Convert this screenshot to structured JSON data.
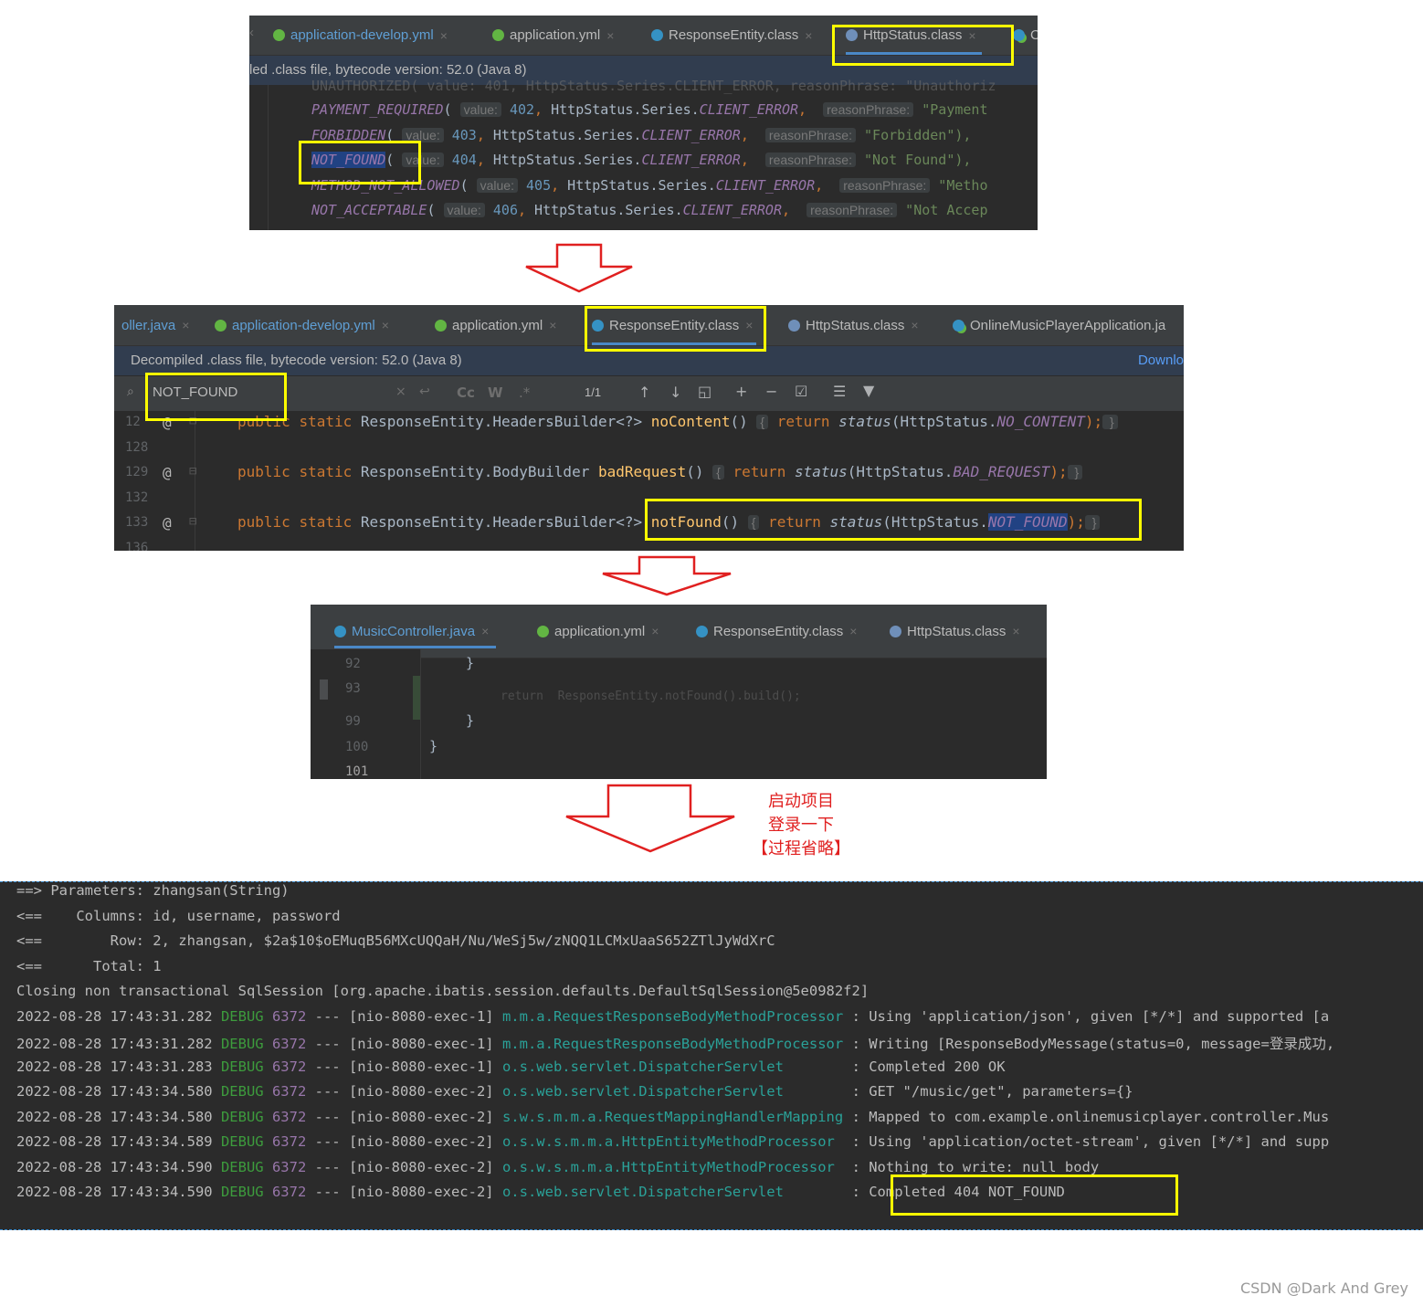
{
  "panel1": {
    "tabs": [
      {
        "label": "application-develop.yml",
        "icon": "spring-config-icon"
      },
      {
        "label": "application.yml",
        "icon": "spring-config-icon"
      },
      {
        "label": "ResponseEntity.class",
        "icon": "class-icon"
      },
      {
        "label": "HttpStatus.class",
        "icon": "enum-icon"
      }
    ],
    "overflow_tab": "C",
    "banner": "led .class file, bytecode version: 52.0 (Java 8)",
    "code": [
      {
        "name": "PAYMENT_REQUIRED",
        "value": "402",
        "series": "CLIENT_ERROR",
        "phrase": "\"Payment"
      },
      {
        "name": "FORBIDDEN",
        "value": "403",
        "series": "CLIENT_ERROR",
        "phrase": "\"Forbidden\"),"
      },
      {
        "name": "NOT_FOUND",
        "value": "404",
        "series": "CLIENT_ERROR",
        "phrase": "\"Not Found\"),"
      },
      {
        "name": "METHOD_NOT_ALLOWED",
        "value": "405",
        "series": "CLIENT_ERROR",
        "phrase": "\"Metho"
      },
      {
        "name": "NOT_ACCEPTABLE",
        "value": "406",
        "series": "CLIENT_ERROR",
        "phrase": "\"Not Accep"
      }
    ],
    "hint_value": "value:",
    "hint_phrase": "reasonPhrase:",
    "series_prefix": "HttpStatus.Series."
  },
  "panel2": {
    "tabs": [
      {
        "label": "oller.java",
        "icon": "none"
      },
      {
        "label": "application-develop.yml",
        "icon": "spring-config-icon"
      },
      {
        "label": "application.yml",
        "icon": "spring-config-icon"
      },
      {
        "label": "ResponseEntity.class",
        "icon": "class-icon"
      },
      {
        "label": "HttpStatus.class",
        "icon": "enum-icon"
      },
      {
        "label": "OnlineMusicPlayerApplication.ja",
        "icon": "app-icon"
      }
    ],
    "banner": "Decompiled .class file, bytecode version: 52.0 (Java 8)",
    "banner_link": "Downlo",
    "search_value": "NOT_FOUND",
    "match_count": "1/1",
    "lines": [
      {
        "num": "12",
        "ret_type": "ResponseEntity.HeadersBuilder<?>",
        "method": "noContent",
        "arg": "NO_CONTENT"
      },
      {
        "num": "128"
      },
      {
        "num": "129",
        "ret_type": "ResponseEntity.BodyBuilder",
        "method": "badRequest",
        "arg": "BAD_REQUEST"
      },
      {
        "num": "132"
      },
      {
        "num": "133",
        "ret_type": "ResponseEntity.HeadersBuilder<?>",
        "method": "notFound",
        "arg": "NOT_FOUND"
      },
      {
        "num": "136"
      }
    ],
    "kw_public": "public",
    "kw_static": "static",
    "kw_return": "return",
    "fn_status": "status",
    "cls_httpstatus": "HttpStatus."
  },
  "panel3": {
    "tabs": [
      {
        "label": "MusicController.java",
        "icon": "class-icon"
      },
      {
        "label": "application.yml",
        "icon": "spring-config-icon"
      },
      {
        "label": "ResponseEntity.class",
        "icon": "class-icon"
      },
      {
        "label": "HttpStatus.class",
        "icon": "enum-icon"
      }
    ],
    "lines": [
      {
        "num": "92",
        "text": "}"
      },
      {
        "num": "93",
        "text": ""
      },
      {
        "num": "99",
        "text": "}"
      },
      {
        "num": "100",
        "text": "}"
      },
      {
        "num": "101",
        "text": ""
      }
    ]
  },
  "annotation": {
    "line1": "启动项目",
    "line2": "登录一下",
    "line3": "【过程省略】"
  },
  "console": {
    "plain_lines": [
      "==> Parameters: zhangsan(String)",
      "<==    Columns: id, username, password",
      "<==        Row: 2, zhangsan, $2a$10$oEMuqB56MXcUQQaH/Nu/WeSj5w/zNQQ1LCMxUaaS652ZTlJyWdXrC",
      "<==      Total: 1",
      "Closing non transactional SqlSession [org.apache.ibatis.session.defaults.DefaultSqlSession@5e0982f2]"
    ],
    "log_lines": [
      {
        "ts": "2022-08-28 17:43:31.282",
        "level": "DEBUG",
        "pid": "6372",
        "thread": "--- [nio-8080-exec-1]",
        "logger": "m.m.a.RequestResponseBodyMethodProcessor",
        "msg": ": Using 'application/json', given [*/*] and supported [a"
      },
      {
        "ts": "2022-08-28 17:43:31.282",
        "level": "DEBUG",
        "pid": "6372",
        "thread": "--- [nio-8080-exec-1]",
        "logger": "m.m.a.RequestResponseBodyMethodProcessor",
        "msg": ": Writing [ResponseBodyMessage(status=0, message=登录成功,"
      },
      {
        "ts": "2022-08-28 17:43:31.283",
        "level": "DEBUG",
        "pid": "6372",
        "thread": "--- [nio-8080-exec-1]",
        "logger": "o.s.web.servlet.DispatcherServlet       ",
        "msg": ": Completed 200 OK"
      },
      {
        "ts": "2022-08-28 17:43:34.580",
        "level": "DEBUG",
        "pid": "6372",
        "thread": "--- [nio-8080-exec-2]",
        "logger": "o.s.web.servlet.DispatcherServlet       ",
        "msg": ": GET \"/music/get\", parameters={}"
      },
      {
        "ts": "2022-08-28 17:43:34.580",
        "level": "DEBUG",
        "pid": "6372",
        "thread": "--- [nio-8080-exec-2]",
        "logger": "s.w.s.m.m.a.RequestMappingHandlerMapping",
        "msg": ": Mapped to com.example.onlinemusicplayer.controller.Mus"
      },
      {
        "ts": "2022-08-28 17:43:34.589",
        "level": "DEBUG",
        "pid": "6372",
        "thread": "--- [nio-8080-exec-2]",
        "logger": "o.s.w.s.m.m.a.HttpEntityMethodProcessor ",
        "msg": ": Using 'application/octet-stream', given [*/*] and supp"
      },
      {
        "ts": "2022-08-28 17:43:34.590",
        "level": "DEBUG",
        "pid": "6372",
        "thread": "--- [nio-8080-exec-2]",
        "logger": "o.s.w.s.m.m.a.HttpEntityMethodProcessor ",
        "msg": ": Nothing to write: null body"
      },
      {
        "ts": "2022-08-28 17:43:34.590",
        "level": "DEBUG",
        "pid": "6372",
        "thread": "--- [nio-8080-exec-2]",
        "logger": "o.s.web.servlet.DispatcherServlet       ",
        "msg": ": Completed 404 NOT_FOUND"
      }
    ]
  },
  "watermark": "CSDN @Dark And Grey",
  "colors": {
    "highlight": "#ffff00",
    "arrow": "#e02020",
    "editor_bg": "#2b2b2b",
    "keyword": "#cc7832",
    "constant": "#9876aa"
  }
}
